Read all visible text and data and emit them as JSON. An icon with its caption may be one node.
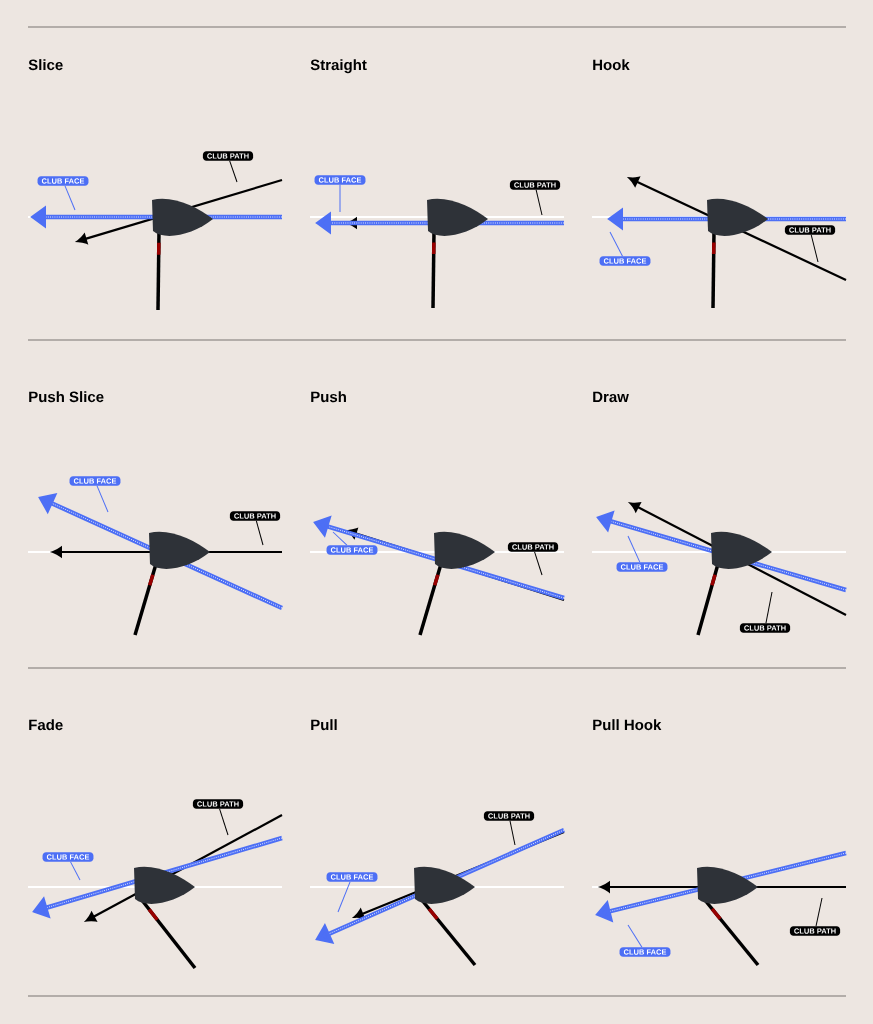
{
  "diagram": {
    "nodes": [
      {
        "text": [
          "CLUB PATH"
        ]
      },
      {
        "text": [
          "CLUB FACE"
        ]
      },
      {
        "text": [
          "CLUB FACE"
        ]
      },
      {
        "text": [
          "CLUB PATH"
        ]
      },
      {
        "text": [
          "CLUB PATH"
        ]
      },
      {
        "text": [
          "CLUB FACE"
        ]
      },
      {
        "text": [
          "CLUB FACE"
        ]
      },
      {
        "text": [
          "CLUB PATH"
        ]
      },
      {
        "text": [
          "CLUB FACE"
        ]
      },
      {
        "text": [
          "CLUB PATH"
        ]
      },
      {
        "text": [
          "CLUB FACE"
        ]
      },
      {
        "text": [
          "CLUB PATH"
        ]
      },
      {
        "text": [
          "CLUB PATH"
        ]
      },
      {
        "text": [
          "CLUB FACE"
        ]
      },
      {
        "text": [
          "CLUB PATH"
        ]
      },
      {
        "text": [
          "CLUB FACE"
        ]
      },
      {
        "text": [
          "CLUB PATH"
        ]
      },
      {
        "text": [
          "CLUB FACE"
        ]
      }
    ],
    "edges": [
      {
        "from": 0,
        "to": null,
        "arrow": "none"
      },
      {
        "from": 1,
        "to": null,
        "arrow": "none",
        "color": "#4d6ff5"
      },
      {
        "from": 2,
        "to": null,
        "arrow": "none",
        "color": "#4d6ff5"
      },
      {
        "from": 3,
        "to": null,
        "arrow": "none"
      },
      {
        "from": 4,
        "to": null,
        "arrow": "none"
      },
      {
        "from": 5,
        "to": null,
        "arrow": "none",
        "color": "#4d6ff5"
      },
      {
        "from": 6,
        "to": null,
        "arrow": "none",
        "color": "#4d6ff5"
      },
      {
        "from": 7,
        "to": null,
        "arrow": "none"
      },
      {
        "from": 8,
        "to": null,
        "arrow": "none",
        "color": "#4d6ff5"
      },
      {
        "from": 9,
        "to": null,
        "arrow": "none"
      },
      {
        "from": 10,
        "to": null,
        "arrow": "none",
        "color": "#4d6ff5"
      },
      {
        "from": 11,
        "to": null,
        "arrow": "none"
      },
      {
        "from": 12,
        "to": null,
        "arrow": "none"
      },
      {
        "from": 13,
        "to": null,
        "arrow": "none",
        "color": "#4d6ff5"
      },
      {
        "from": 14,
        "to": null,
        "arrow": "none"
      },
      {
        "from": 15,
        "to": null,
        "arrow": "none",
        "color": "#4d6ff5"
      },
      {
        "from": 16,
        "to": null,
        "arrow": "none"
      },
      {
        "from": 17,
        "to": null,
        "arrow": "none",
        "color": "#4d6ff5"
      }
    ],
    "labels": [
      "Slice",
      "Straight",
      "Hook",
      "Push Slice",
      "Push",
      "Draw",
      "Fade",
      "Pull",
      "Pull Hook"
    ]
  }
}
